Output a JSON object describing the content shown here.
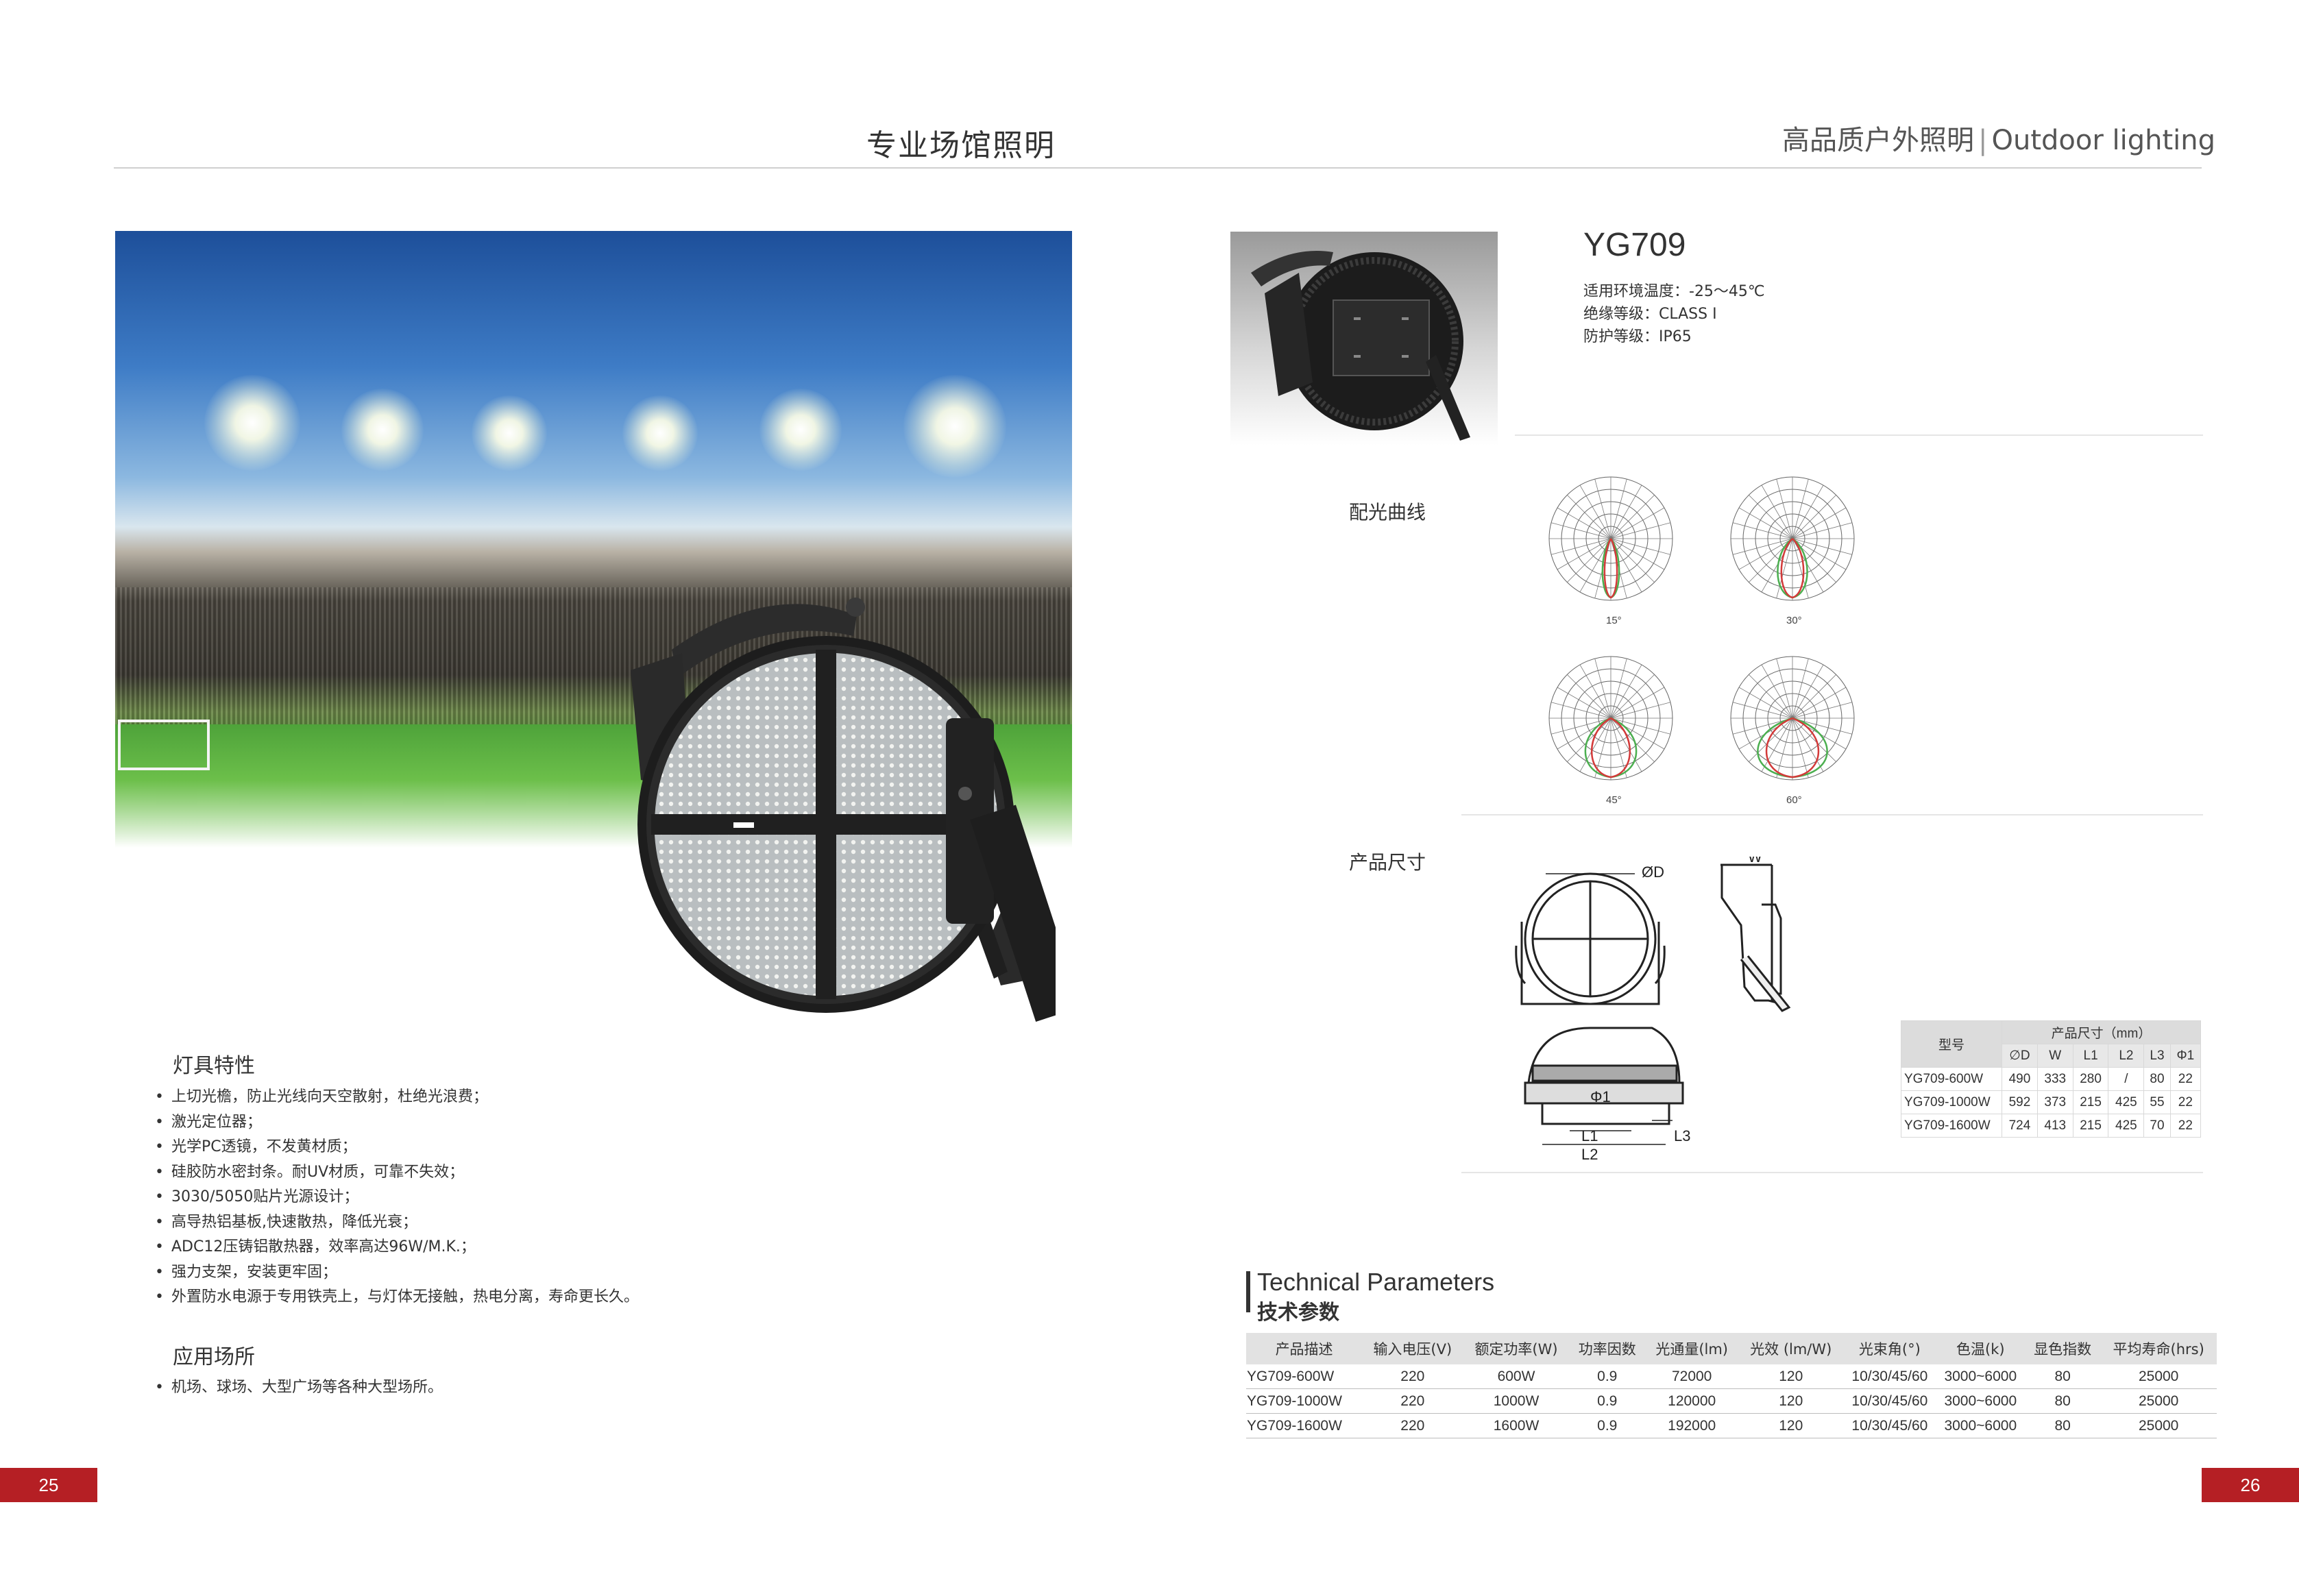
{
  "header": {
    "title": "专业场馆照明",
    "brand_cn": "高品质户外照明",
    "separator": "|",
    "brand_en": "Outdoor lighting"
  },
  "product": {
    "model": "YG709",
    "specs": [
      "适用环境温度：-25～45℃",
      "绝缘等级：CLASS I",
      "防护等级：IP65"
    ]
  },
  "features": {
    "title": "灯具特性",
    "items": [
      "上切光檐，防止光线向天空散射，杜绝光浪费；",
      "激光定位器；",
      "光学PC透镜，不发黄材质；",
      "硅胶防水密封条。耐UV材质，可靠不失效；",
      "3030/5050贴片光源设计；",
      "高导热铝基板,快速散热，降低光衰；",
      "ADC12压铸铝散热器，效率高达96W/M.K.；",
      "强力支架，安装更牢固；",
      "外置防水电源于专用铁壳上，与灯体无接触，热电分离，寿命更长久。"
    ]
  },
  "applications": {
    "title": "应用场所",
    "items": [
      "机场、球场、大型广场等各种大型场所。"
    ]
  },
  "light_curve": {
    "label": "配光曲线",
    "angles": [
      "15°",
      "30°",
      "45°",
      "60°"
    ]
  },
  "dimensions": {
    "label": "产品尺寸",
    "drawing_labels": {
      "diameter": "ØD",
      "width": "W",
      "phi1": "Φ1",
      "l1": "L1",
      "l2": "L2",
      "l3": "L3"
    },
    "table": {
      "model_header": "型号",
      "group_header": "产品尺寸（mm）",
      "columns": [
        "∅D",
        "W",
        "L1",
        "L2",
        "L3",
        "Φ1"
      ],
      "rows": [
        {
          "model": "YG709-600W",
          "values": [
            "490",
            "333",
            "280",
            "/",
            "80",
            "22"
          ]
        },
        {
          "model": "YG709-1000W",
          "values": [
            "592",
            "373",
            "215",
            "425",
            "55",
            "22"
          ]
        },
        {
          "model": "YG709-1600W",
          "values": [
            "724",
            "413",
            "215",
            "425",
            "70",
            "22"
          ]
        }
      ]
    }
  },
  "tech_params": {
    "title_en": "Technical Parameters",
    "title_cn": "技术参数",
    "columns": [
      "产品描述",
      "输入电压(V)",
      "额定功率(W)",
      "功率因数",
      "光通量(lm)",
      "光效 (lm/W)",
      "光束角(°)",
      "色温(k)",
      "显色指数",
      "平均寿命(hrs)"
    ],
    "rows": [
      [
        "YG709-600W",
        "220",
        "600W",
        "0.9",
        "72000",
        "120",
        "10/30/45/60",
        "3000~6000",
        "80",
        "25000"
      ],
      [
        "YG709-1000W",
        "220",
        "1000W",
        "0.9",
        "120000",
        "120",
        "10/30/45/60",
        "3000~6000",
        "80",
        "25000"
      ],
      [
        "YG709-1600W",
        "220",
        "1600W",
        "0.9",
        "192000",
        "120",
        "10/30/45/60",
        "3000~6000",
        "80",
        "25000"
      ]
    ]
  },
  "pages": {
    "left": "25",
    "right": "26"
  },
  "colors": {
    "accent_red": "#b51f24",
    "rule_gray": "#cfcfcf"
  }
}
